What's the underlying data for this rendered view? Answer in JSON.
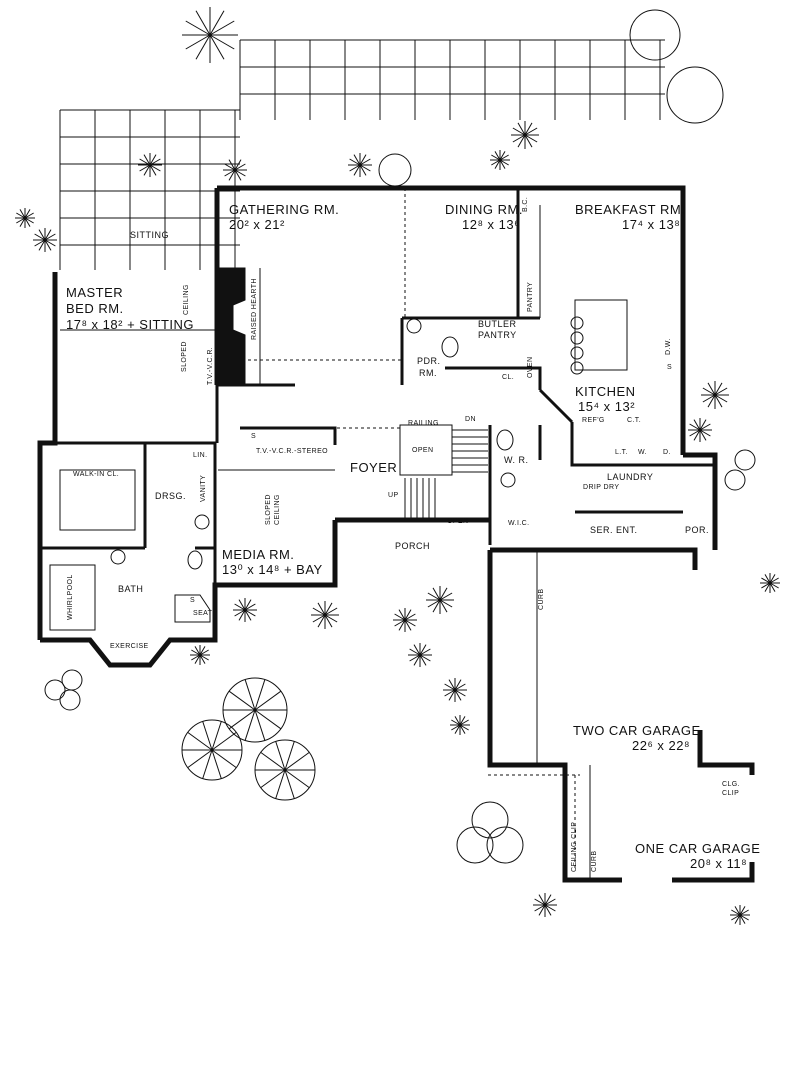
{
  "colors": {
    "ink": "#111111",
    "paper": "#ffffff"
  },
  "rooms": {
    "gathering": {
      "name": "GATHERING RM.",
      "dims": "20² x 21²"
    },
    "dining": {
      "name": "DINING RM.",
      "dims": "12⁸ x 13⁶"
    },
    "breakfast": {
      "name": "BREAKFAST RM.",
      "dims": "17⁴ x 13⁸"
    },
    "master": {
      "name1": "MASTER",
      "name2": "BED RM.",
      "dims": "17⁸ x 18² + SITTING"
    },
    "sitting": {
      "name": "SITTING"
    },
    "kitchen": {
      "name": "KITCHEN",
      "dims": "15⁴ x 13²"
    },
    "butler": {
      "name1": "BUTLER",
      "name2": "PANTRY"
    },
    "pdr": {
      "name1": "PDR.",
      "name2": "RM."
    },
    "foyer": {
      "name": "FOYER"
    },
    "media": {
      "name": "MEDIA RM.",
      "dims": "13⁰ x 14⁸ + BAY"
    },
    "walkin": {
      "name": "WALK-IN CL."
    },
    "drsg": {
      "name": "DRSG."
    },
    "bath": {
      "name": "BATH"
    },
    "exercise": {
      "name": "EXERCISE"
    },
    "wr": {
      "name": "W. R."
    },
    "wic": {
      "name": "W.I.C."
    },
    "laundry": {
      "name": "LAUNDRY"
    },
    "ser_ent": {
      "name": "SER. ENT."
    },
    "por": {
      "name": "POR."
    },
    "porch": {
      "name": "PORCH"
    },
    "two_car": {
      "name": "TWO CAR GARAGE",
      "dims": "22⁶ x 22⁸"
    },
    "one_car": {
      "name": "ONE CAR GARAGE",
      "dims": "20⁸ x 11⁸"
    }
  },
  "notes": {
    "ceiling": "CEILING",
    "sloped": "SLOPED",
    "raised_hearth": "RAISED HEARTH",
    "tv_vcr": "T.V.-V.C.R.",
    "tv_vcr_stereo": "T.V.-V.C.R.-STEREO",
    "sloped_ceiling1": "SLOPED",
    "sloped_ceiling2": "CEILING",
    "railing": "RAILING",
    "dn": "DN",
    "up": "UP",
    "open_stair": "OPEN",
    "open_porch": "OPEN",
    "bc": "B.C.",
    "pantry": "PANTRY",
    "oven": "OVEN",
    "cl": "CL.",
    "dw": "D.W.",
    "s": "S",
    "refg": "REF'G",
    "ct": "C.T.",
    "lt": "L.T.",
    "w": "W.",
    "d": "D.",
    "drip_dry": "DRIP DRY",
    "lin": "LIN.",
    "vanity": "VANITY",
    "whirlpool": "WHIRLPOOL",
    "seat": "SEAT",
    "shower_s": "S",
    "stereo_s": "S",
    "curb1": "CURB",
    "curb2": "CURB",
    "ceiling_clip": "CEILING CLIP",
    "clg_clip1": "CLG.",
    "clg_clip2": "CLIP"
  }
}
